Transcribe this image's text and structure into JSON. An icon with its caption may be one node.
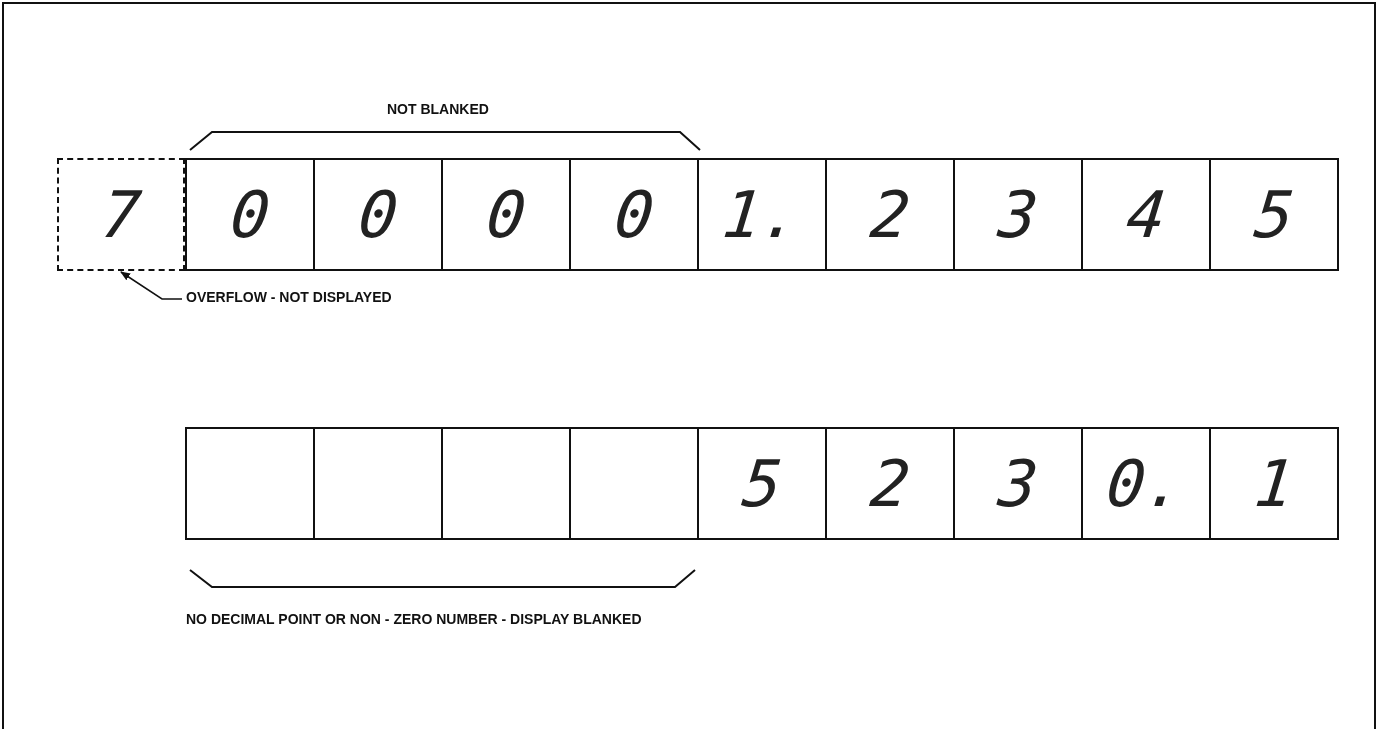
{
  "diagram": {
    "nodes": [
      {
        "text": [
          "7"
        ]
      },
      {
        "text": [
          "0"
        ]
      },
      {
        "text": [
          "0"
        ]
      },
      {
        "text": [
          "0"
        ]
      },
      {
        "text": [
          "0"
        ]
      },
      {
        "text": [
          "1."
        ]
      },
      {
        "text": [
          "2"
        ]
      },
      {
        "text": [
          "3"
        ]
      },
      {
        "text": [
          "4"
        ]
      },
      {
        "text": [
          "5"
        ]
      },
      {
        "text": [],
        "shape": "box"
      },
      {
        "text": [],
        "shape": "box"
      },
      {
        "text": [],
        "shape": "box"
      },
      {
        "text": [],
        "shape": "box"
      },
      {
        "text": [
          "5"
        ]
      },
      {
        "text": [
          "2"
        ]
      },
      {
        "text": [
          "3"
        ]
      },
      {
        "text": [
          "0."
        ]
      },
      {
        "text": [
          "1"
        ]
      },
      {
        "text": [
          "OVERFLOW - NOT DISPLAYED"
        ]
      }
    ],
    "edges": [
      {
        "from": 19,
        "to": 0,
        "arrow": "to"
      }
    ],
    "labels": [
      "NOT BLANKED",
      "NO DECIMAL POINT OR NON - ZERO NUMBER - DISPLAY BLANKED"
    ]
  }
}
